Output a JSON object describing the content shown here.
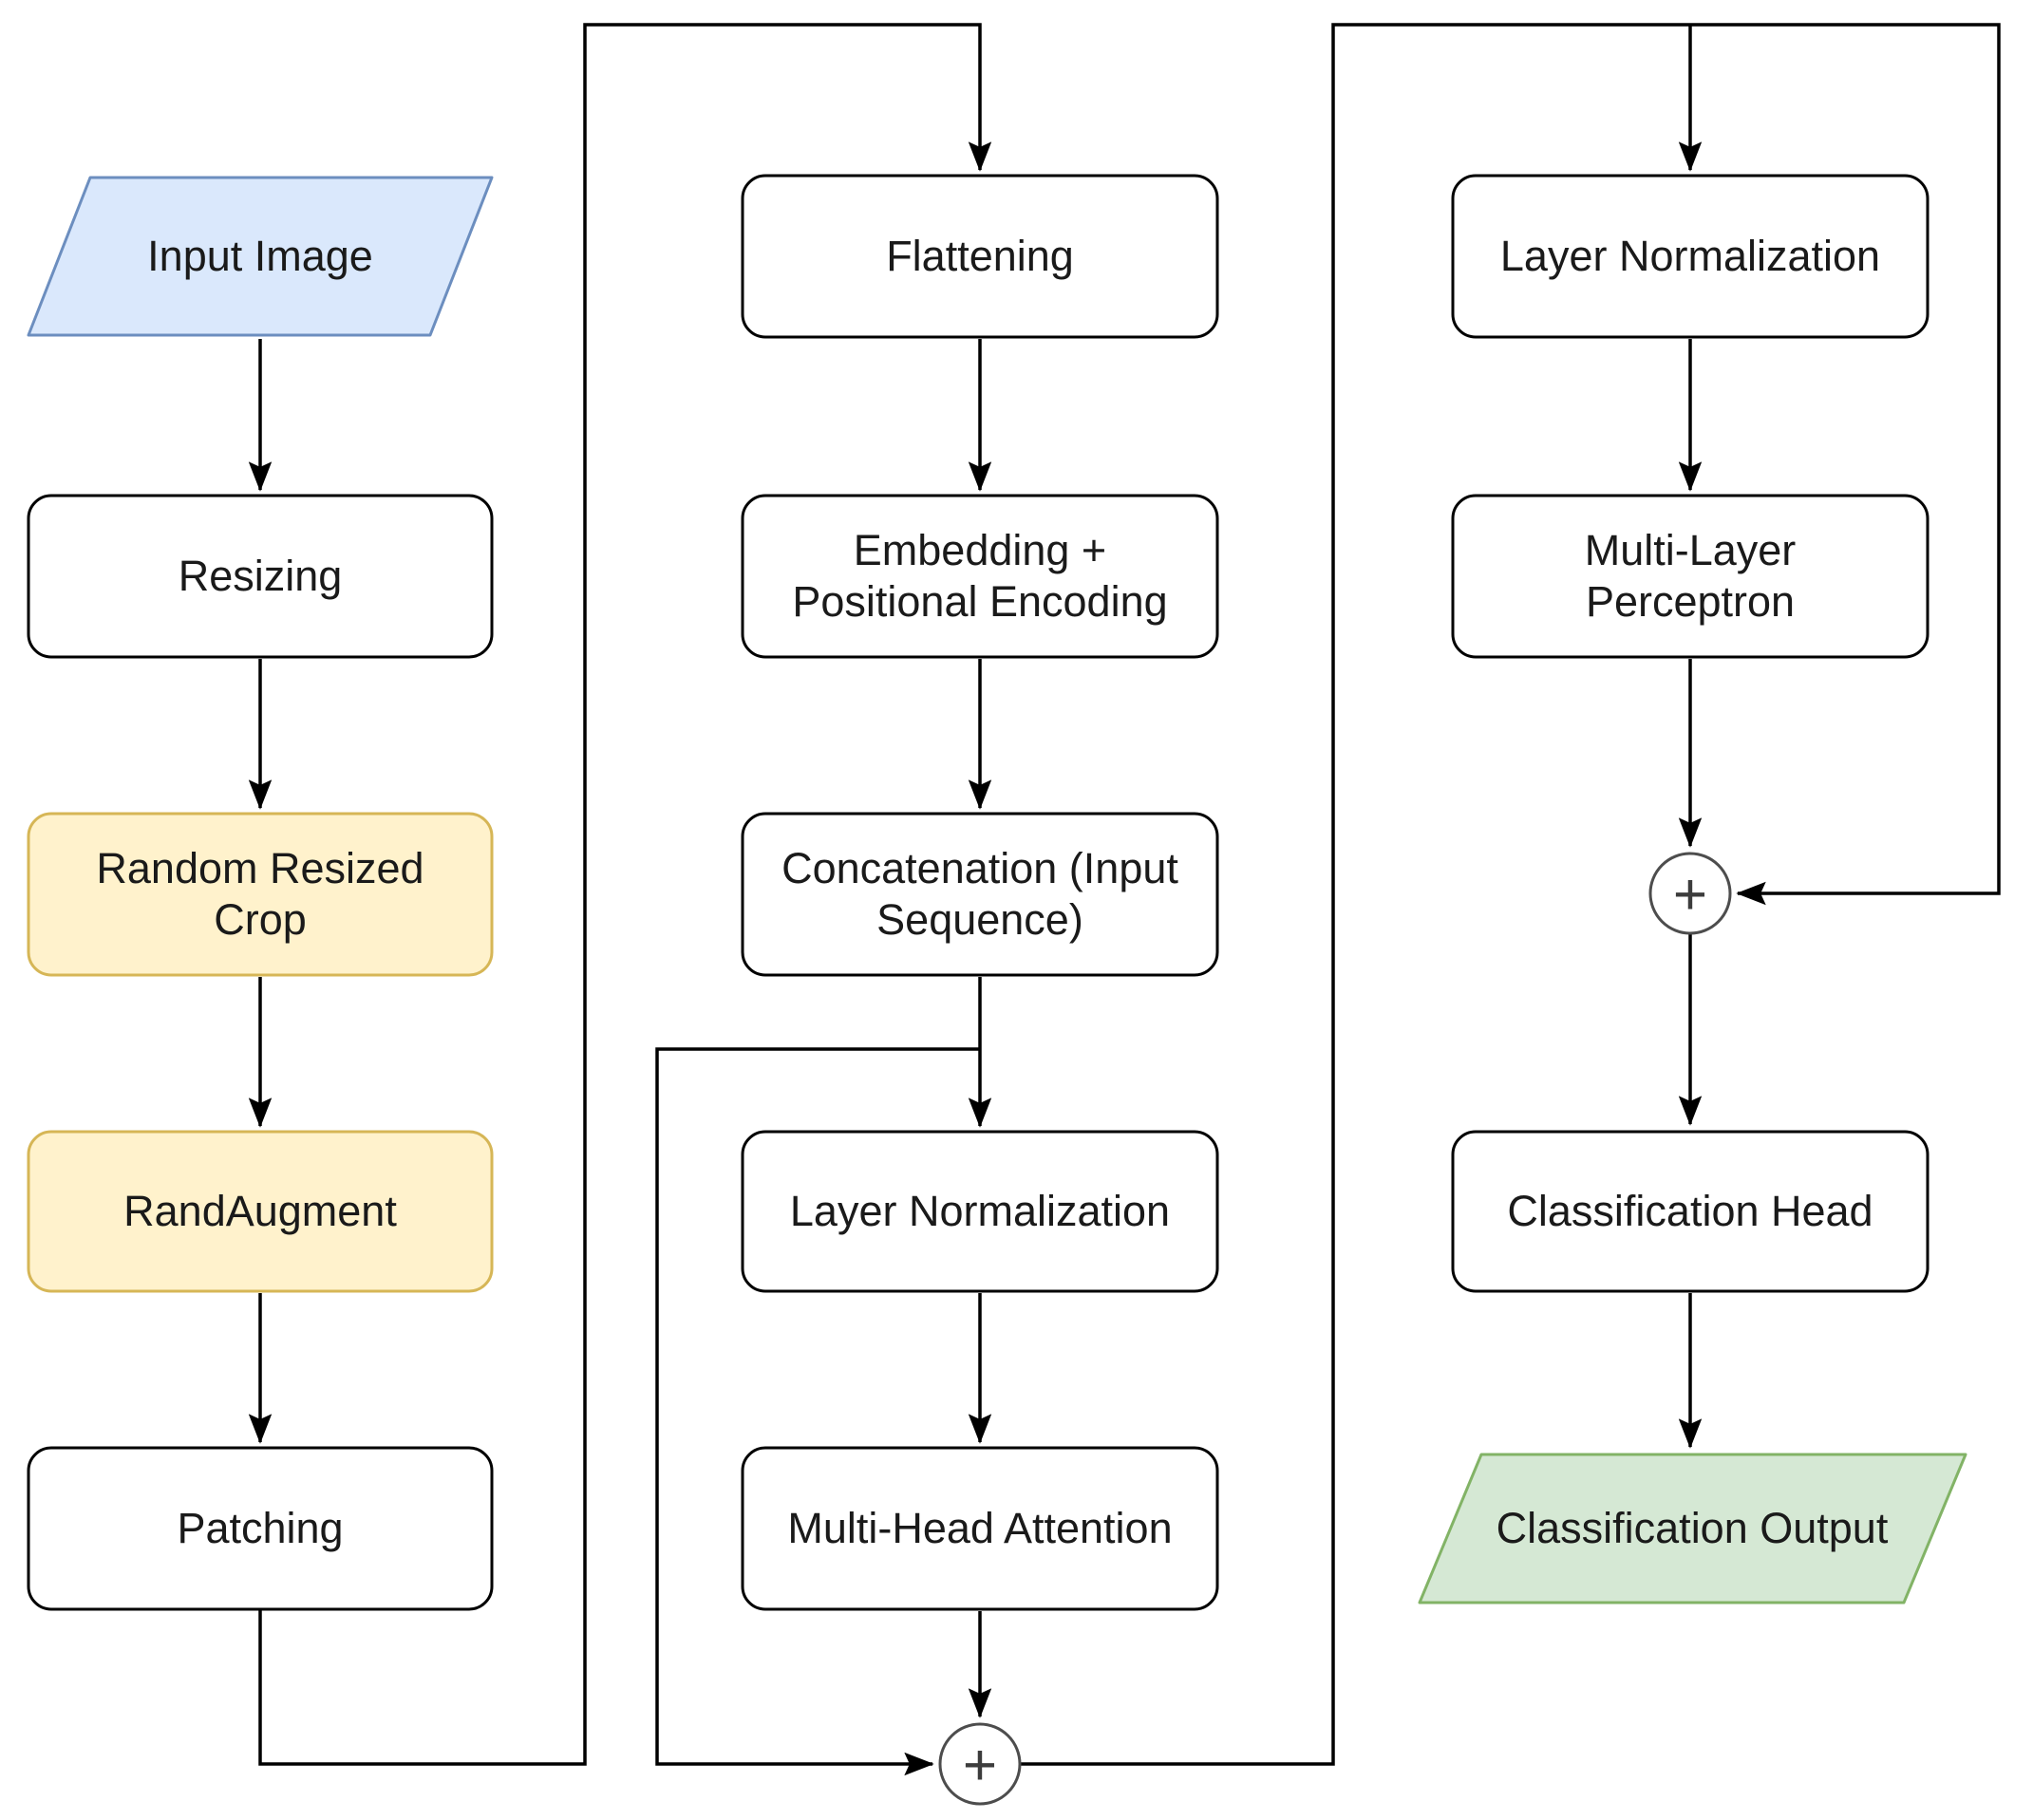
{
  "diagram": {
    "title": "Vision Transformer image classification pipeline flowchart",
    "colors": {
      "background": "#ffffff",
      "edge": "#000000",
      "text": "#1a1a1a",
      "default_fill": "#ffffff",
      "default_stroke": "#000000",
      "input_fill": "#dae8fc",
      "input_stroke": "#6c8ebf",
      "augment_fill": "#fff2cc",
      "augment_stroke": "#d6b656",
      "output_fill": "#d5e8d4",
      "output_stroke": "#82b366",
      "sum_stroke": "#4d4d4d"
    },
    "nodes": {
      "input_image": {
        "label": "Input Image",
        "shape": "parallelogram",
        "fill": "#dae8fc",
        "stroke": "#6c8ebf"
      },
      "resizing": {
        "label": "Resizing",
        "shape": "rounded-rect",
        "fill": "#ffffff",
        "stroke": "#000000"
      },
      "random_resized_crop": {
        "lines": [
          "Random Resized",
          "Crop"
        ],
        "label": "Random Resized Crop",
        "shape": "rounded-rect",
        "fill": "#fff2cc",
        "stroke": "#d6b656"
      },
      "randaugment": {
        "label": "RandAugment",
        "shape": "rounded-rect",
        "fill": "#fff2cc",
        "stroke": "#d6b656"
      },
      "patching": {
        "label": "Patching",
        "shape": "rounded-rect",
        "fill": "#ffffff",
        "stroke": "#000000"
      },
      "flattening": {
        "label": "Flattening",
        "shape": "rounded-rect",
        "fill": "#ffffff",
        "stroke": "#000000"
      },
      "embedding_positional_encoding": {
        "lines": [
          "Embedding +",
          "Positional Encoding"
        ],
        "label": "Embedding + Positional Encoding",
        "shape": "rounded-rect",
        "fill": "#ffffff",
        "stroke": "#000000"
      },
      "concatenation": {
        "lines": [
          "Concatenation (Input",
          "Sequence)"
        ],
        "label": "Concatenation (Input Sequence)",
        "shape": "rounded-rect",
        "fill": "#ffffff",
        "stroke": "#000000"
      },
      "layer_normalization_1": {
        "label": "Layer Normalization",
        "shape": "rounded-rect",
        "fill": "#ffffff",
        "stroke": "#000000"
      },
      "multi_head_attention": {
        "label": "Multi-Head Attention",
        "shape": "rounded-rect",
        "fill": "#ffffff",
        "stroke": "#000000"
      },
      "sum_1": {
        "symbol": "+",
        "shape": "circle"
      },
      "layer_normalization_2": {
        "label": "Layer Normalization",
        "shape": "rounded-rect",
        "fill": "#ffffff",
        "stroke": "#000000"
      },
      "multi_layer_perceptron": {
        "lines": [
          "Multi-Layer",
          "Perceptron"
        ],
        "label": "Multi-Layer Perceptron",
        "shape": "rounded-rect",
        "fill": "#ffffff",
        "stroke": "#000000"
      },
      "sum_2": {
        "symbol": "+",
        "shape": "circle"
      },
      "classification_head": {
        "label": "Classification Head",
        "shape": "rounded-rect",
        "fill": "#ffffff",
        "stroke": "#000000"
      },
      "classification_output": {
        "label": "Classification Output",
        "shape": "parallelogram",
        "fill": "#d5e8d4",
        "stroke": "#82b366"
      }
    },
    "edges": [
      {
        "from": "input_image",
        "to": "resizing"
      },
      {
        "from": "resizing",
        "to": "random_resized_crop"
      },
      {
        "from": "random_resized_crop",
        "to": "randaugment"
      },
      {
        "from": "randaugment",
        "to": "patching"
      },
      {
        "from": "patching",
        "to": "flattening"
      },
      {
        "from": "flattening",
        "to": "embedding_positional_encoding"
      },
      {
        "from": "embedding_positional_encoding",
        "to": "concatenation"
      },
      {
        "from": "concatenation",
        "to": "layer_normalization_1"
      },
      {
        "from": "concatenation",
        "to": "sum_1",
        "note": "residual skip connection"
      },
      {
        "from": "layer_normalization_1",
        "to": "multi_head_attention"
      },
      {
        "from": "multi_head_attention",
        "to": "sum_1"
      },
      {
        "from": "sum_1",
        "to": "layer_normalization_2"
      },
      {
        "from": "sum_1",
        "to": "sum_2",
        "note": "residual skip connection"
      },
      {
        "from": "layer_normalization_2",
        "to": "multi_layer_perceptron"
      },
      {
        "from": "multi_layer_perceptron",
        "to": "sum_2"
      },
      {
        "from": "sum_2",
        "to": "classification_head"
      },
      {
        "from": "classification_head",
        "to": "classification_output"
      }
    ]
  }
}
